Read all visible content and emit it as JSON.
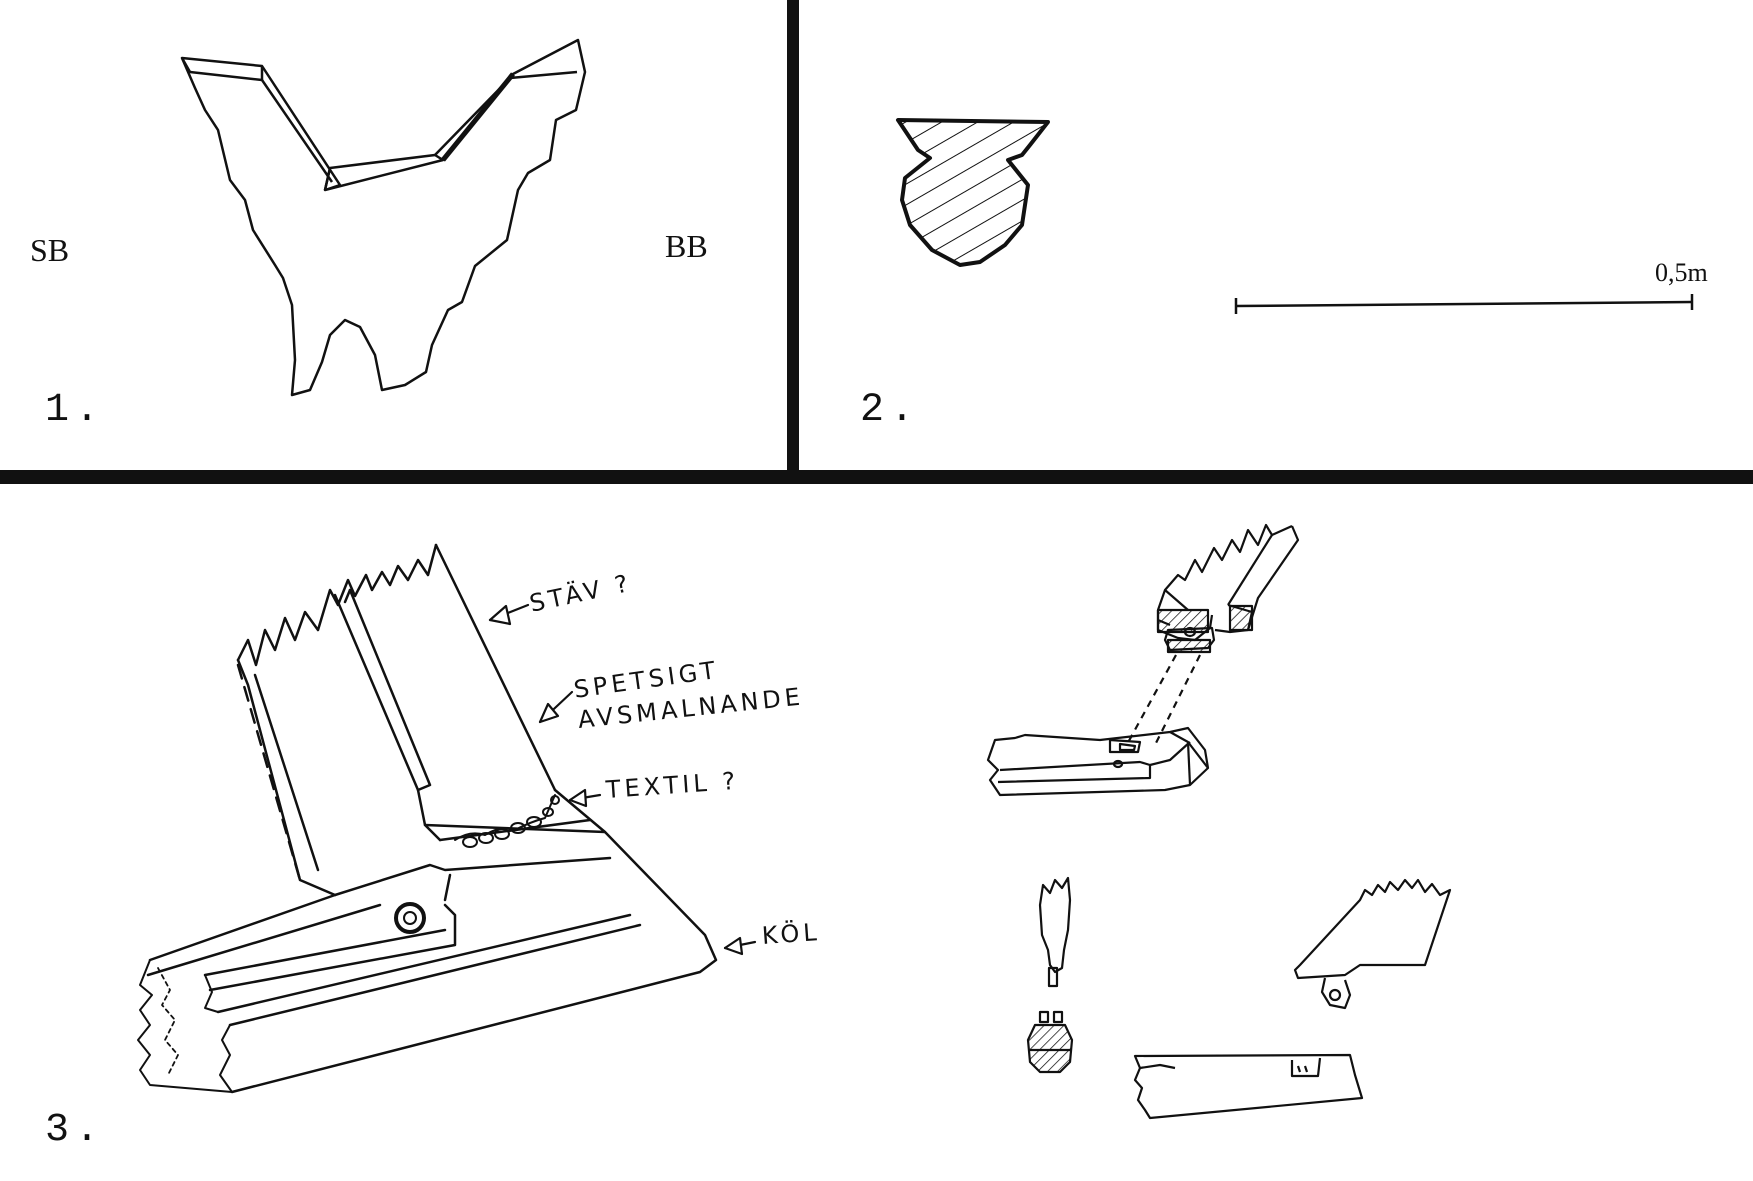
{
  "panels": [
    {
      "number": "1.",
      "side_labels": {
        "left": "SB",
        "right": "BB"
      }
    },
    {
      "number": "2.",
      "scale_label": "0,5m"
    },
    {
      "number": "3.",
      "annotations": {
        "stav": "STÄV ?",
        "spetsigt_1": "SPETSIGT",
        "spetsigt_2": "AVSMALNANDE",
        "textil": "TEXTIL ?",
        "kol": "KÖL"
      }
    }
  ],
  "colors": {
    "ink": "#111111",
    "background": "#ffffff"
  }
}
